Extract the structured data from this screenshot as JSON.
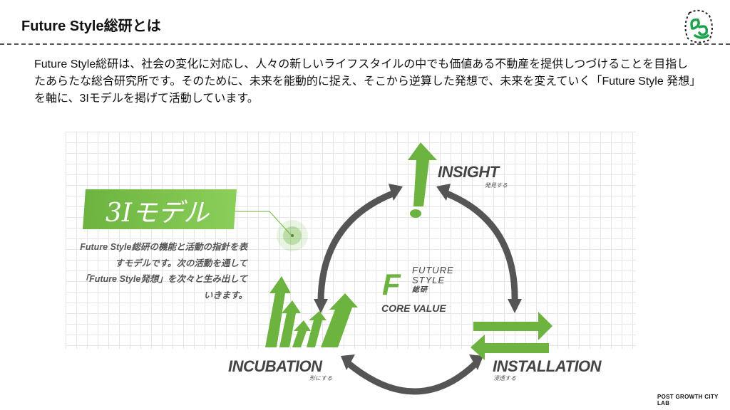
{
  "header": {
    "title": "Future Style総研とは"
  },
  "intro": "Future Style総研は、社会の変化に対応し、人々の新しいライフスタイルの中でも価値ある不動産を提供しつづけることを目指したあらたな総合研究所です。そのために、未来を能動的に捉え、そこから逆算した発想で、未来を変えていく「Future Style 発想」を軸に、3Iモデルを掲げて活動しています。",
  "model": {
    "label": "3Iモデル",
    "description": "Future Style総研の機能と活動の指針を表すモデルです。次の活動を通して「Future Style発想」を次々と生み出していきます。"
  },
  "core": {
    "f1": "FUTURE",
    "f2": "STYLE",
    "f3": "総研",
    "value": "CORE VALUE"
  },
  "stages": [
    {
      "name": "INSIGHT",
      "sub": "発見する"
    },
    {
      "name": "INSTALLATION",
      "sub": "浸透する"
    },
    {
      "name": "INCUBATION",
      "sub": "形にする"
    }
  ],
  "footer": "POST GROWTH CITY LAB",
  "colors": {
    "green": "#6cb33f",
    "gray": "#555555",
    "logo": "#1aa34a"
  }
}
